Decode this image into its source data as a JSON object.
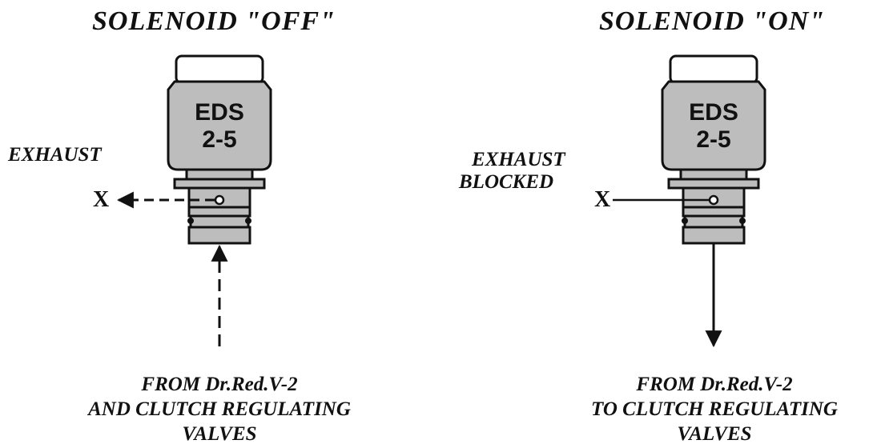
{
  "left_panel": {
    "title": "SOLENOID \"OFF\"",
    "body_text_line1": "EDS",
    "body_text_line2": "2-5",
    "exhaust_label": "EXHAUST",
    "x_mark": "X",
    "caption_line1": "FROM Dr.Red.V-2",
    "caption_line2": "AND CLUTCH REGULATING",
    "caption_line3": "VALVES"
  },
  "right_panel": {
    "title": "SOLENOID \"ON\"",
    "body_text_line1": "EDS",
    "body_text_line2": "2-5",
    "exhaust_label_line1": "EXHAUST",
    "exhaust_label_line2": "BLOCKED",
    "x_mark": "X",
    "caption_line1": "FROM Dr.Red.V-2",
    "caption_line2": "TO CLUTCH REGULATING",
    "caption_line3": "VALVES"
  },
  "colors": {
    "line": "#111111",
    "body_fill": "#bdbdbd",
    "cap_fill": "#ffffff"
  }
}
